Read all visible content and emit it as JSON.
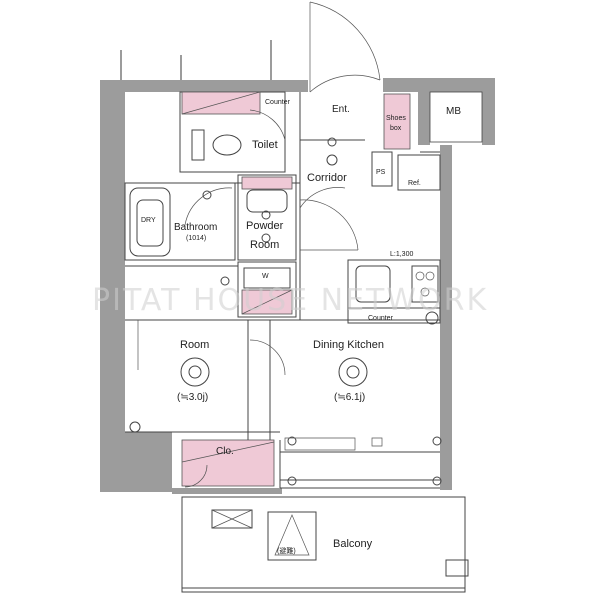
{
  "rooms": {
    "entrance": "Ent.",
    "toilet": "Toilet",
    "corridor": "Corridor",
    "shoes_box_line1": "Shoes",
    "shoes_box_line2": "box",
    "mb": "MB",
    "ps": "PS",
    "counter_top": "Counter",
    "refrigerator": "Ref.",
    "bathroom": "Bathroom",
    "bathroom_size": "(1014)",
    "powder_room_line1": "Powder",
    "powder_room_line2": "Room",
    "washer": "W",
    "ceiling_height": "L:1,300",
    "kitchen_counter": "Counter",
    "room": "Room",
    "room_size": "(≒3.0j)",
    "dining_kitchen": "Dining Kitchen",
    "dining_kitchen_size": "(≒6.1j)",
    "closet": "Clo.",
    "balcony": "Balcony",
    "dry_unit": "DRY",
    "evac_hatch": "(避難)"
  },
  "watermark": "PITAT HOUSE NETWORK",
  "colors": {
    "wall": "#9c9c9c",
    "storage": "#efc9d6",
    "line": "#444444"
  }
}
